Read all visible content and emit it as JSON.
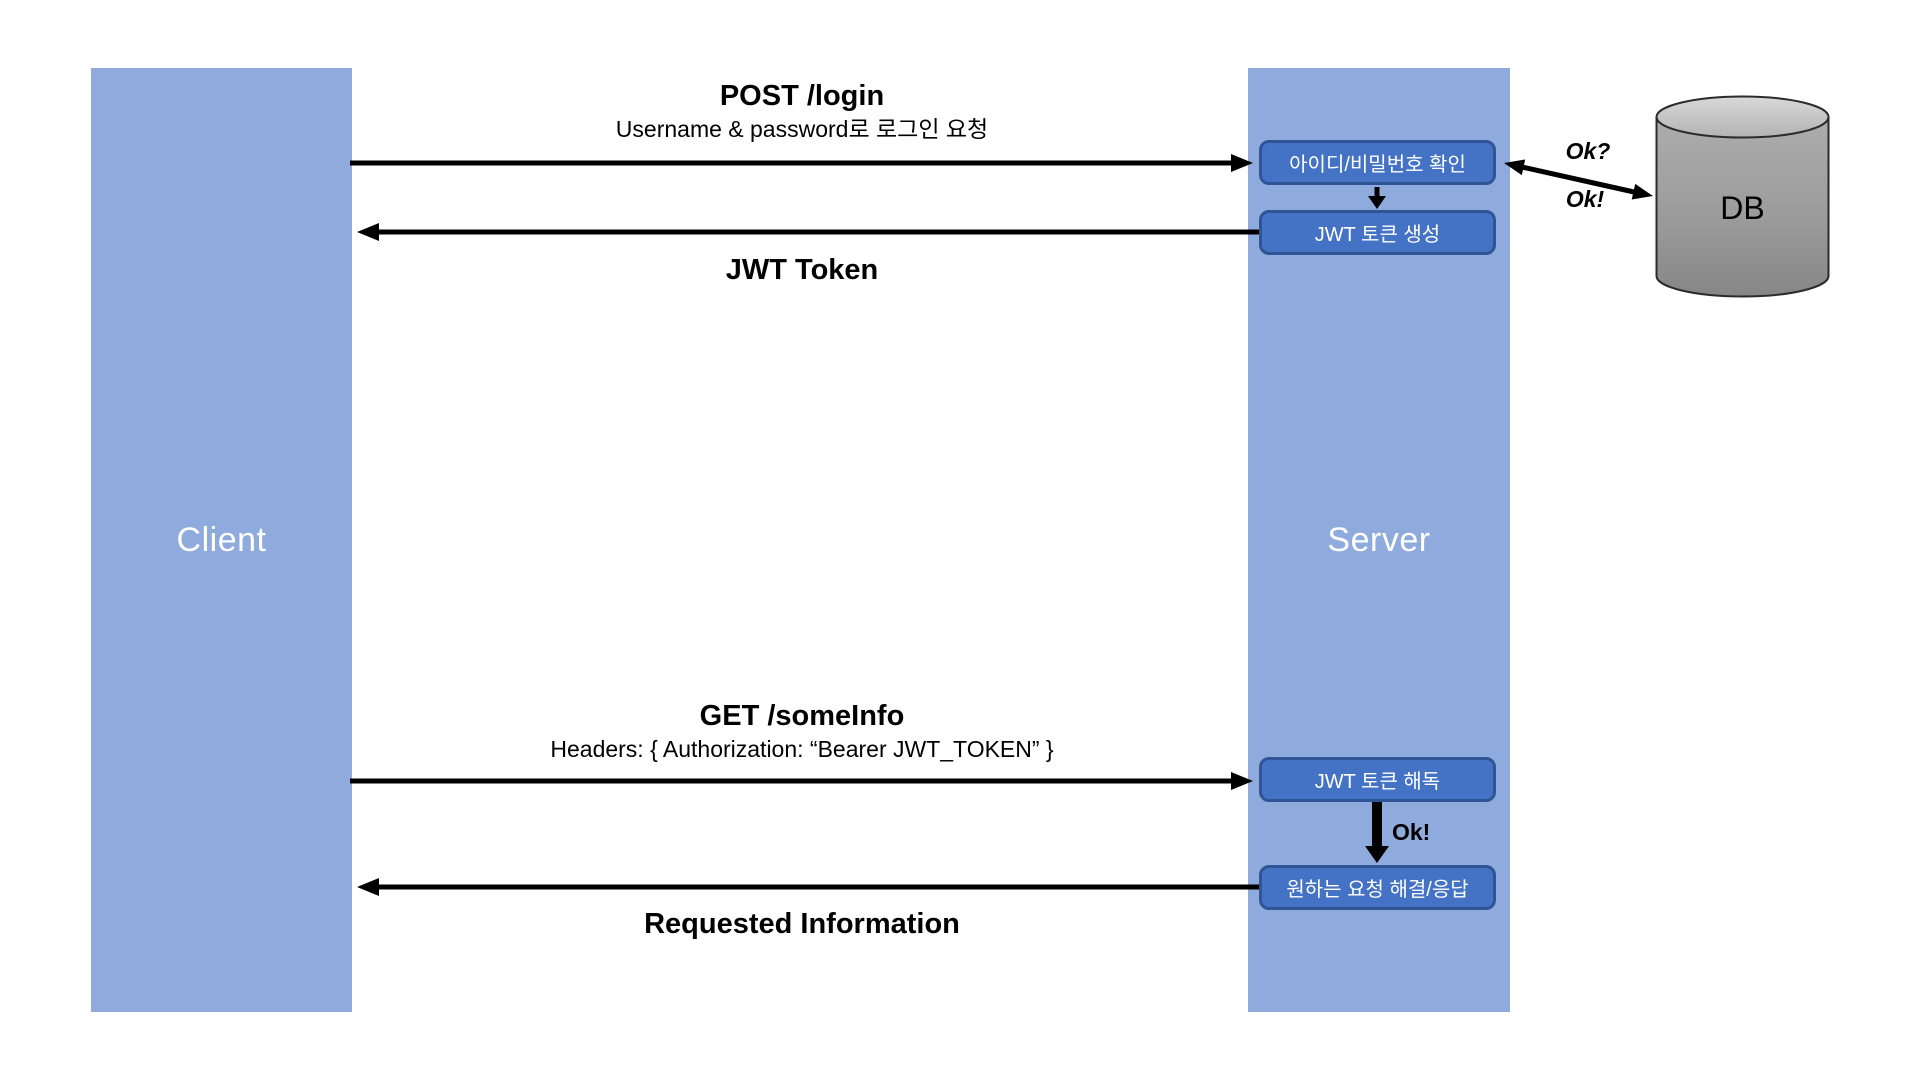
{
  "diagram": {
    "lanes": {
      "client": {
        "label": "Client"
      },
      "server": {
        "label": "Server"
      }
    },
    "db": {
      "label": "DB"
    },
    "messages": {
      "post_login": {
        "title": "POST /login",
        "subtitle": "Username & password로 로그인 요청"
      },
      "jwt_token": {
        "title": "JWT Token"
      },
      "get_someinfo": {
        "title": "GET /someInfo",
        "subtitle": "Headers: { Authorization: “Bearer JWT_TOKEN” }"
      },
      "requested_info": {
        "title": "Requested Information"
      }
    },
    "steps": {
      "verify_credentials": "아이디/비밀번호 확인",
      "generate_token": "JWT 토큰 생성",
      "decode_token": "JWT 토큰 해독",
      "resolve_request": "원하는 요청 해결/응답"
    },
    "db_link": {
      "question": "Ok?",
      "answer": "Ok!"
    },
    "decode_ok": "Ok!",
    "colors": {
      "lane_fill": "#8FAADC",
      "step_fill": "#4472C4",
      "step_border": "#2F5597",
      "arrow": "#000000",
      "lane_text": "#FFFFFF",
      "db_fill_top": "#D6D6D6",
      "db_fill_body": "#9E9E9E"
    }
  }
}
